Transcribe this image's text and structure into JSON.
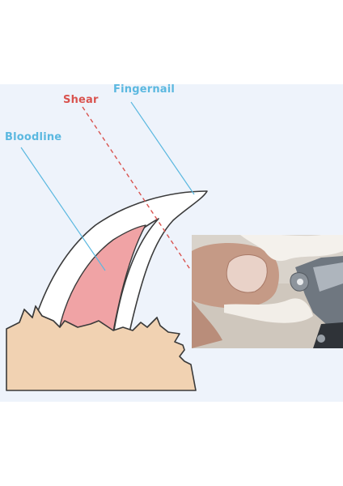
{
  "labels": {
    "fingernail": "Fingernail",
    "shear": "Shear",
    "bloodline": "Bloodline"
  },
  "colors": {
    "panel_background": "#eef3fb",
    "fingernail_label": "#5bb8e0",
    "shear_label": "#d9534f",
    "bloodline_label": "#5bb8e0",
    "pointer_line": "#5bb8e0",
    "shear_line": "#d9534f",
    "skin": "#f1d2b2",
    "claw_fill": "#ffffff",
    "quick_fill": "#f0a3a5",
    "outline": "#3a3a3a"
  },
  "icons": {
    "photo": "clipper-trimming-paw-photo"
  }
}
